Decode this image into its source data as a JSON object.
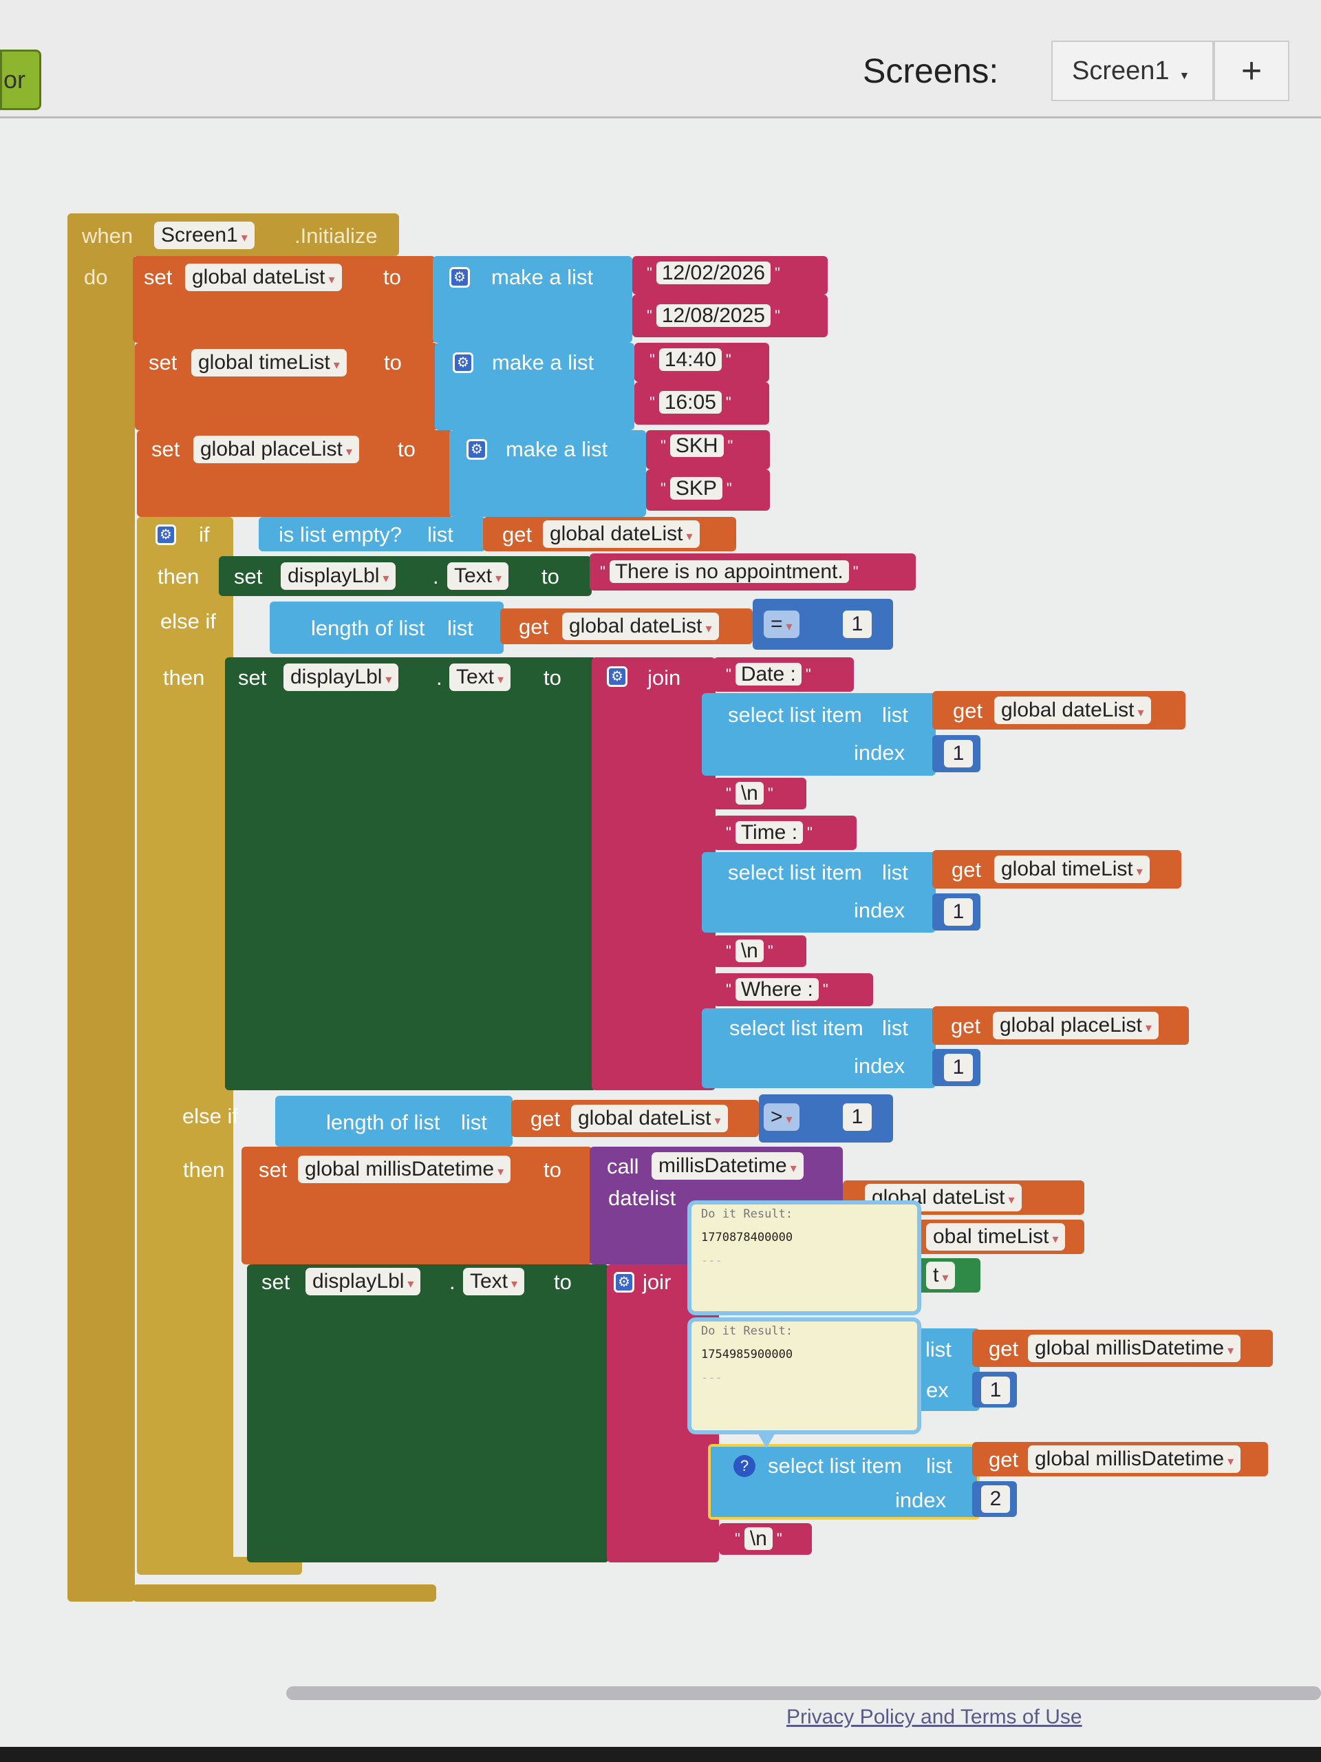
{
  "topbar": {
    "left_button": "or",
    "screens_label": "Screens:",
    "screen_select": "Screen1",
    "add_screen": "+"
  },
  "event": {
    "when": "when",
    "component": "Screen1",
    "event": ".Initialize",
    "do": "do"
  },
  "vars": [
    {
      "set": "set",
      "name": "global dateList",
      "to": "to",
      "make": "make a list",
      "items": [
        "12/02/2026",
        "12/08/2025"
      ]
    },
    {
      "set": "set",
      "name": "global timeList",
      "to": "to",
      "make": "make a list",
      "items": [
        "14:40",
        "16:05"
      ]
    },
    {
      "set": "set",
      "name": "global placeList",
      "to": "to",
      "make": "make a list",
      "items": [
        "SKH",
        "SKP"
      ]
    }
  ],
  "if_block": {
    "if": "if",
    "then": "then",
    "else_if": "else if",
    "is_empty": "is list empty?",
    "list": "list",
    "get": "get",
    "date_var": "global dateList",
    "set": "set",
    "component": "displayLbl",
    "dot": ".",
    "prop": "Text",
    "to": "to",
    "no_appt": "There is no appointment.",
    "length": "length of list",
    "eq": "=",
    "gt": ">",
    "one": "1",
    "join": "join",
    "date_label": "Date :",
    "time_label": "Time :",
    "where_label": "Where :",
    "newline": "\\n",
    "select": "select list item",
    "index": "index",
    "time_var": "global timeList",
    "place_var": "global placeList",
    "millis_var": "global millisDatetime",
    "call": "call",
    "proc": "millisDatetime",
    "datelist_arg": "datelist",
    "timelist_partial": "obal timeList",
    "text_partial": "t",
    "join_partial": "joir",
    "list_partial": "list",
    "ex_partial": "ex",
    "two": "2",
    "help": "?"
  },
  "comments": [
    {
      "title": "Do it Result:",
      "value": "1770878400000",
      "sep": "---"
    },
    {
      "title": "Do it Result:",
      "value": "1754985900000",
      "sep": "---"
    }
  ],
  "footer": {
    "privacy": "Privacy Policy and Terms of Use"
  }
}
